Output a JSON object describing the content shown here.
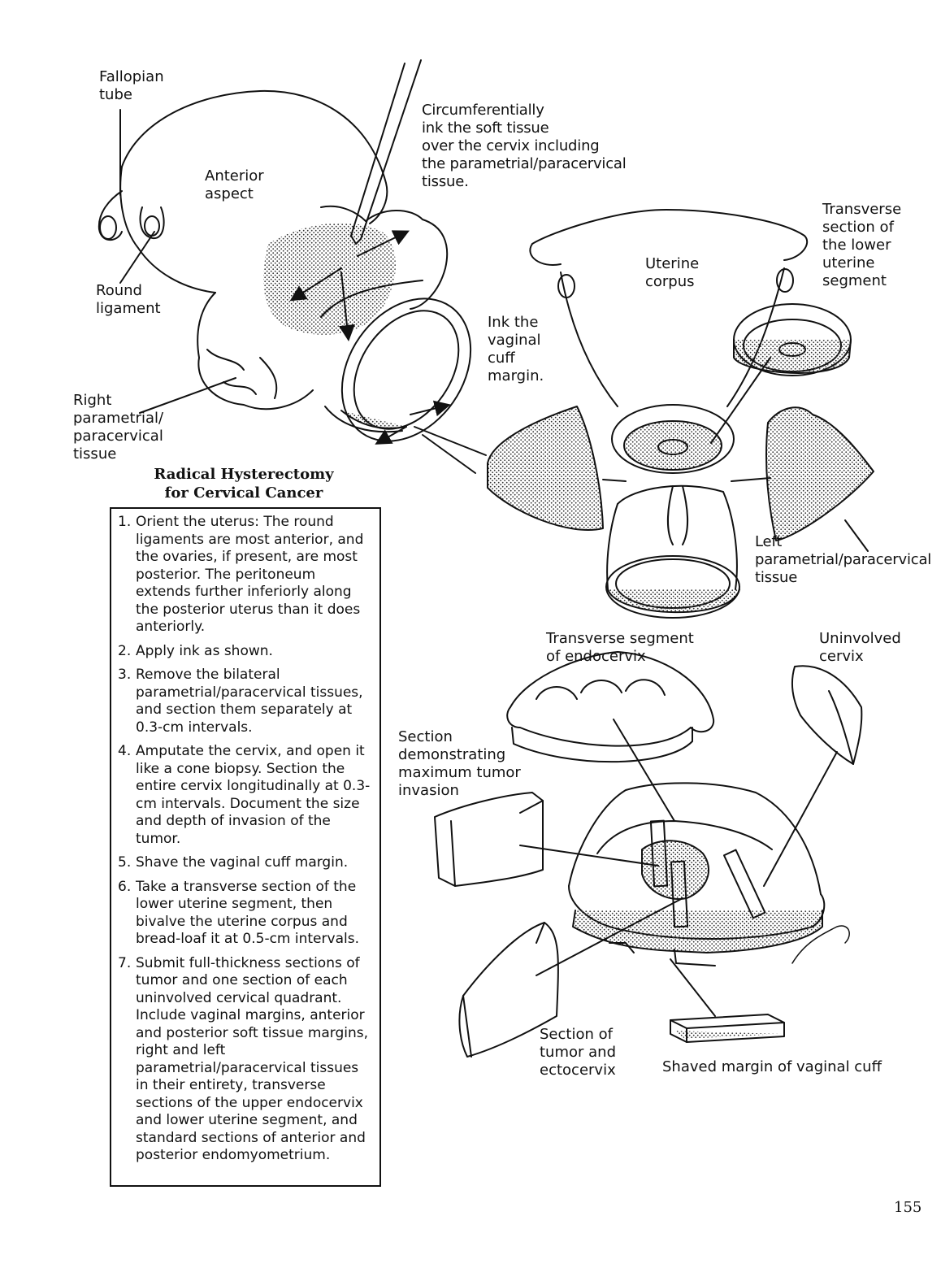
{
  "labels": {
    "fallopian_tube": "Fallopian\ntube",
    "anterior_aspect": "Anterior\naspect",
    "round_ligament": "Round\nligament",
    "right_parametrial": "Right\nparametrial/\nparacervical\ntissue",
    "ink_soft_tissue": "Circumferentially\nink the soft tissue\nover the cervix including\nthe parametrial/paracervical\ntissue.",
    "ink_vaginal_cuff": "Ink the\nvaginal\ncuff\nmargin.",
    "uterine_corpus": "Uterine\ncorpus",
    "transverse_lower_segment": "Transverse\nsection of\nthe lower\nuterine\nsegment",
    "left_parametrial": "Left\nparametrial/paracervical\ntissue",
    "transverse_endocervix": "Transverse segment\nof endocervix",
    "uninvolved_cervix": "Uninvolved\ncervix",
    "max_tumor_invasion": "Section\ndemonstrating\nmaximum tumor\ninvasion",
    "tumor_ectocervix": "Section of\ntumor and\nectocervix",
    "shaved_margin": "Shaved margin of vaginal cuff"
  },
  "box": {
    "title": "Radical Hysterectomy\nfor Cervical Cancer",
    "steps": [
      {
        "num": "1.",
        "text": "Orient the uterus: The round ligaments are most anterior, and the ovaries, if present, are most posterior. The peritoneum extends further inferiorly along the posterior uterus than it does anteriorly."
      },
      {
        "num": "2.",
        "text": "Apply ink as shown."
      },
      {
        "num": "3.",
        "text": "Remove the bilateral parametrial/paracervical tissues, and section them separately at 0.3-cm intervals."
      },
      {
        "num": "4.",
        "text": "Amputate the cervix, and open it like a cone biopsy. Section the entire cervix longitudinally at 0.3-cm intervals. Document the size and depth of invasion of the tumor."
      },
      {
        "num": "5.",
        "text": "Shave the vaginal cuff margin."
      },
      {
        "num": "6.",
        "text": "Take a transverse section of the lower uterine segment, then bivalve the uterine corpus and bread-loaf it at 0.5-cm intervals."
      },
      {
        "num": "7.",
        "text": "Submit full-thickness sections of tumor and one section of each uninvolved cervical quadrant. Include vaginal margins, anterior and posterior soft tissue margins, right and left parametrial/paracervical tissues in their entirety, transverse sections of the upper endocervix and lower uterine segment, and standard sections of anterior and posterior endomyometrium."
      }
    ]
  },
  "page_number": "155"
}
